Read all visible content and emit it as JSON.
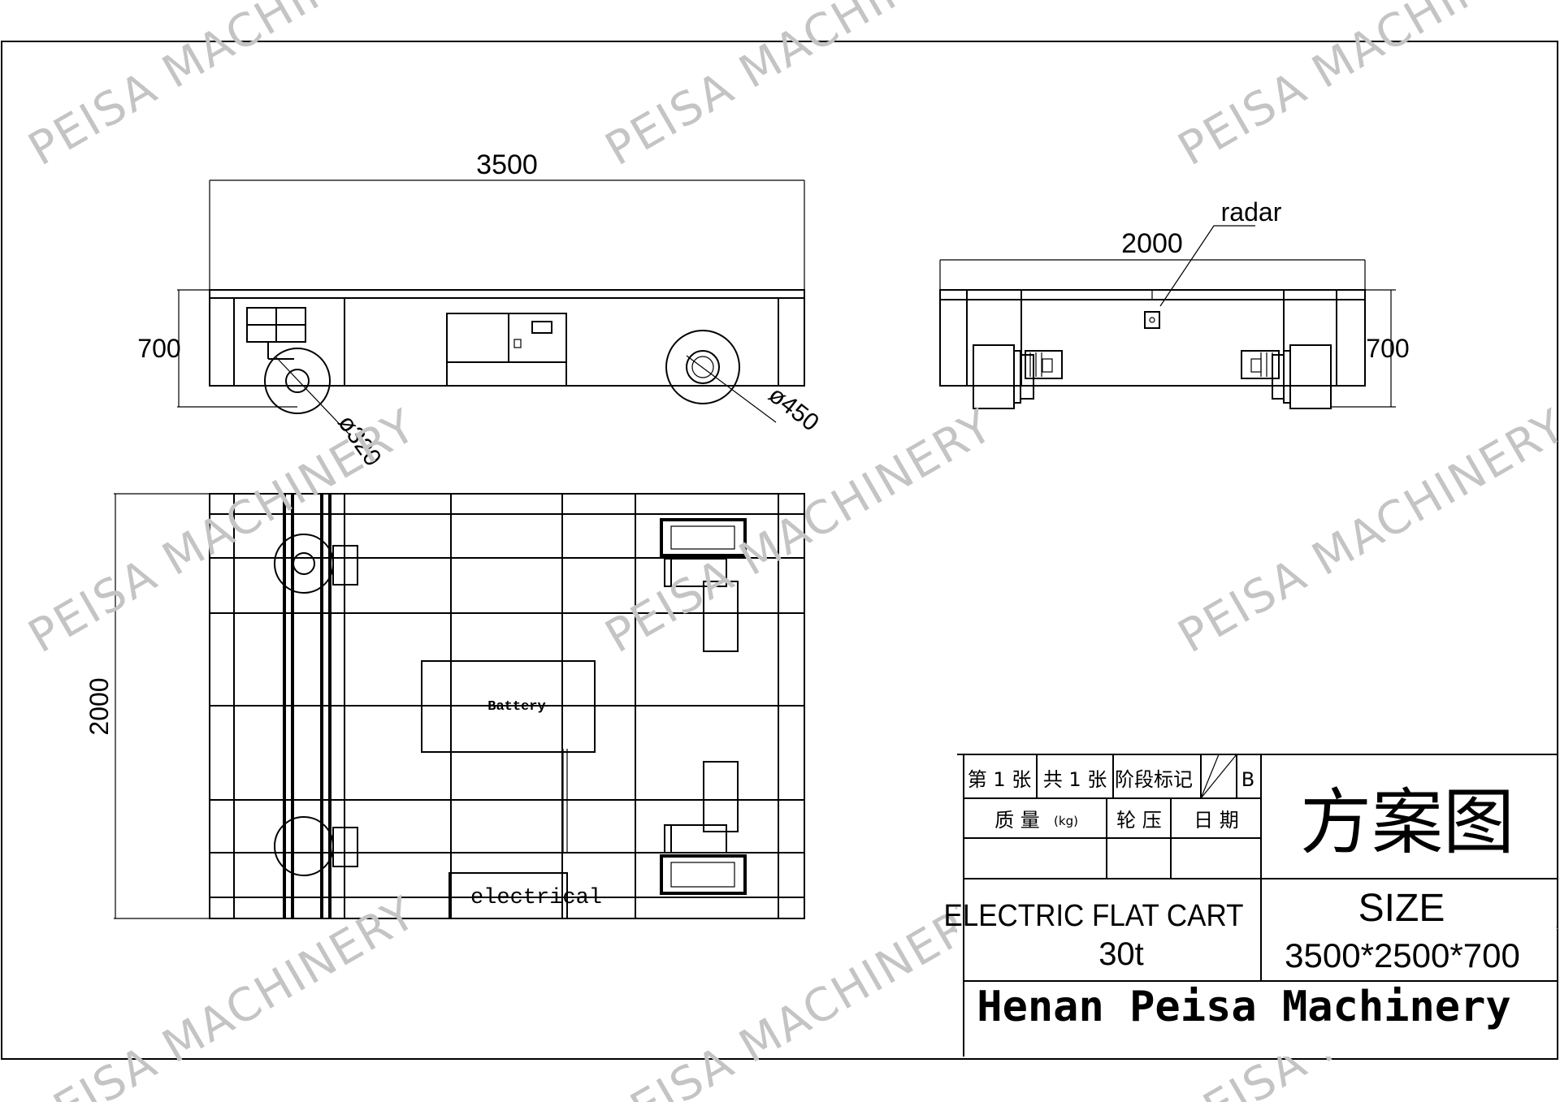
{
  "watermark": "PEISA MACHINERY",
  "side_view": {
    "length_dim": "3500",
    "height_dim": "700",
    "small_wheel_dim": "ø320",
    "large_wheel_dim": "ø450"
  },
  "end_view": {
    "width_dim": "2000",
    "height_dim": "700",
    "radar_label": "radar"
  },
  "top_view": {
    "width_dim": "2000",
    "battery_label": "Battery",
    "electrical_label": "electrical"
  },
  "title_block": {
    "sheet_no": "第 1 张",
    "sheet_total": "共 1 张",
    "stage_mark": "阶段标记",
    "stage_value": "B",
    "mass_label": "质 量",
    "mass_unit": "(kg)",
    "wheel_pressure": "轮 压",
    "date_label": "日 期",
    "drawing_title": "方案图",
    "product_name": "ELECTRIC FLAT CART",
    "capacity": "30t",
    "size_label": "SIZE",
    "size_value": "3500*2500*700",
    "company": "Henan Peisa Machinery"
  }
}
